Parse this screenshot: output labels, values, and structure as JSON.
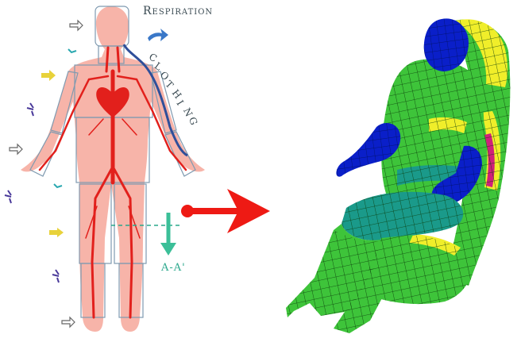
{
  "labels": {
    "respiration": "Respiration",
    "clothing": "CLOTHING",
    "section": "A-A'"
  },
  "colors": {
    "skin": "#f6a79a",
    "artery": "#e2201c",
    "segment_outline": "#7f9ab0",
    "clothing_line": "#2f4f9a",
    "arrow_main": "#ee1a14",
    "section_arrow": "#3bbf98",
    "mesh_green": "#3ec43a",
    "mesh_yellow": "#f0ee2a",
    "mesh_blue": "#0a1fc9",
    "mesh_teal": "#1a9a8a",
    "mesh_magenta": "#d0207a"
  },
  "icons": [
    "respiration-arrow-icon",
    "heat-flux-arrow-icon",
    "radiation-icon",
    "convection-icon",
    "evaporation-icon"
  ]
}
